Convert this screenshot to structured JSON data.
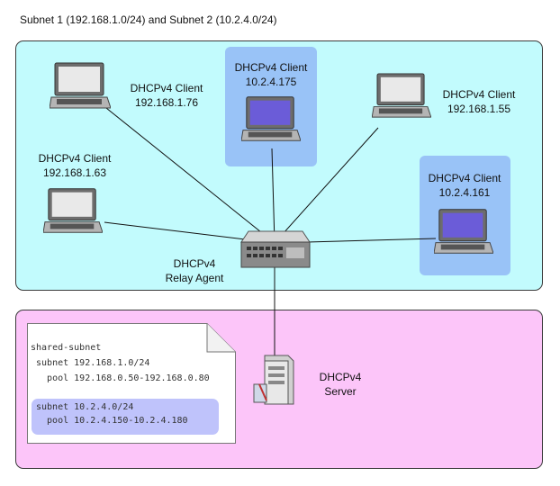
{
  "title": "Subnet 1 (192.168.1.0/24) and Subnet 2 (10.2.4.0/24)",
  "clients": [
    {
      "name": "DHCPv4 Client",
      "ip": "192.168.1.76",
      "subnet": 1
    },
    {
      "name": "DHCPv4 Client",
      "ip": "10.2.4.175",
      "subnet": 2
    },
    {
      "name": "DHCPv4 Client",
      "ip": "192.168.1.55",
      "subnet": 1
    },
    {
      "name": "DHCPv4 Client",
      "ip": "192.168.1.63",
      "subnet": 1
    },
    {
      "name": "DHCPv4 Client",
      "ip": "10.2.4.161",
      "subnet": 2
    }
  ],
  "relay": {
    "line1": "DHCPv4",
    "line2": "Relay Agent"
  },
  "server": {
    "line1": "DHCPv4",
    "line2": "Server"
  },
  "config": {
    "lines": [
      "shared-subnet",
      " subnet 192.168.1.0/24",
      "   pool 192.168.0.50-192.168.0.80",
      "subnet 10.2.4.0/24",
      "  pool 10.2.4.150-10.2.4.180"
    ]
  },
  "colors": {
    "subnet_area": "#c2fbfd",
    "server_area": "#fcc5f9",
    "subnet2_highlight": "#99c3f7",
    "config_highlight": "#bfc3fb"
  }
}
